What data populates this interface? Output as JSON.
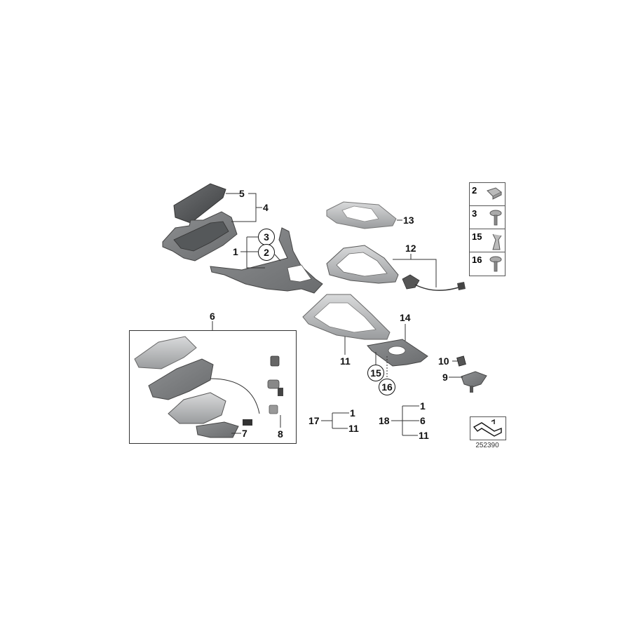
{
  "diagram": {
    "type": "exploded-parts-diagram",
    "reference_number": "252390",
    "callouts": {
      "c1": "1",
      "c2": "2",
      "c3": "3",
      "c4": "4",
      "c5": "5",
      "c6": "6",
      "c7": "7",
      "c8": "8",
      "c9": "9",
      "c10": "10",
      "c11": "11",
      "c12": "12",
      "c13": "13",
      "c14": "14",
      "c15": "15",
      "c16": "16",
      "c17": "17",
      "c18": "18"
    },
    "circled_callouts": {
      "c2": "2",
      "c3": "3",
      "c15": "15",
      "c16": "16"
    },
    "kits": {
      "kit17": {
        "label": "17",
        "parts": [
          "1",
          "11"
        ]
      },
      "kit18": {
        "label": "18",
        "parts": [
          "1",
          "6",
          "11"
        ]
      }
    },
    "fastener_legend": [
      {
        "num": "2",
        "icon": "clip-nut-icon"
      },
      {
        "num": "3",
        "icon": "screw-icon"
      },
      {
        "num": "15",
        "icon": "spring-clip-icon"
      },
      {
        "num": "16",
        "icon": "screw-icon"
      }
    ]
  }
}
